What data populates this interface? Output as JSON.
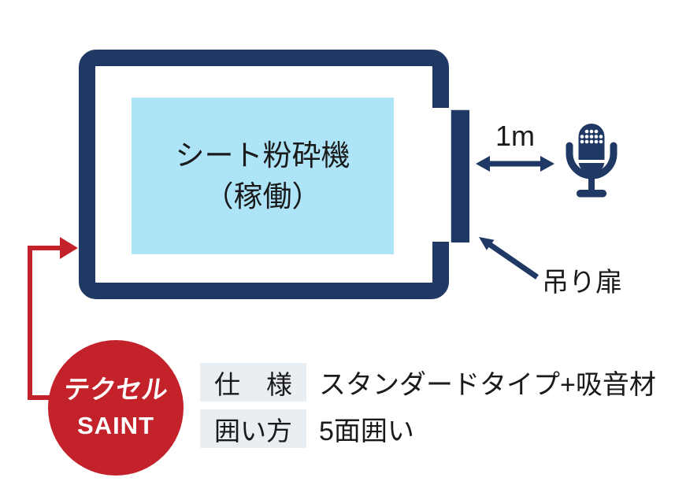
{
  "colors": {
    "navy": "#1F3864",
    "red": "#C4222B",
    "machine_fill": "#AEE4F8",
    "label_bg": "#E9EEF3"
  },
  "enclosure": {
    "machine_line1": "シート粉砕機",
    "machine_line2": "（稼働）"
  },
  "measurement": {
    "distance_label": "1m"
  },
  "door": {
    "label": "吊り扉"
  },
  "icons": {
    "microphone": "microphone-icon",
    "distance_arrow": "double-headed-arrow-icon",
    "door_pointer": "diagonal-arrow-icon"
  },
  "product": {
    "name_jp": "テクセル",
    "name_en": "SAINT"
  },
  "specs": {
    "rows": [
      {
        "label": "仕　様",
        "value": "スタンダードタイプ+吸音材"
      },
      {
        "label": "囲い方",
        "value": "5面囲い"
      }
    ]
  }
}
